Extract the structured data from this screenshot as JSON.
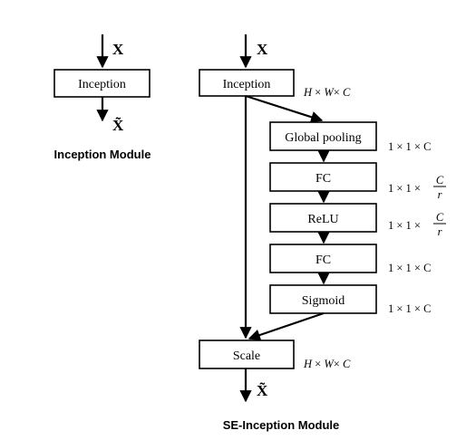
{
  "left": {
    "input": "X",
    "block": "Inception",
    "output": "X̃",
    "caption": "Inception Module"
  },
  "right": {
    "input": "X",
    "blocks": {
      "inception": "Inception",
      "global_pooling": "Global pooling",
      "fc1": "FC",
      "relu": "ReLU",
      "fc2": "FC",
      "sigmoid": "Sigmoid",
      "scale": "Scale"
    },
    "dims": {
      "inception": {
        "h": "H",
        "w": "W",
        "c": "C",
        "times": "×"
      },
      "global_pooling": "1 × 1 × C",
      "fc1": {
        "prefix": "1 × 1 ×",
        "num": "C",
        "den": "r"
      },
      "relu": {
        "prefix": "1 × 1 ×",
        "num": "C",
        "den": "r"
      },
      "fc2": "1 × 1 × C",
      "sigmoid": "1 × 1 × C",
      "scale": {
        "h": "H",
        "w": "W",
        "c": "C",
        "times": "×"
      }
    },
    "output": "X̃",
    "caption": "SE-Inception Module"
  }
}
